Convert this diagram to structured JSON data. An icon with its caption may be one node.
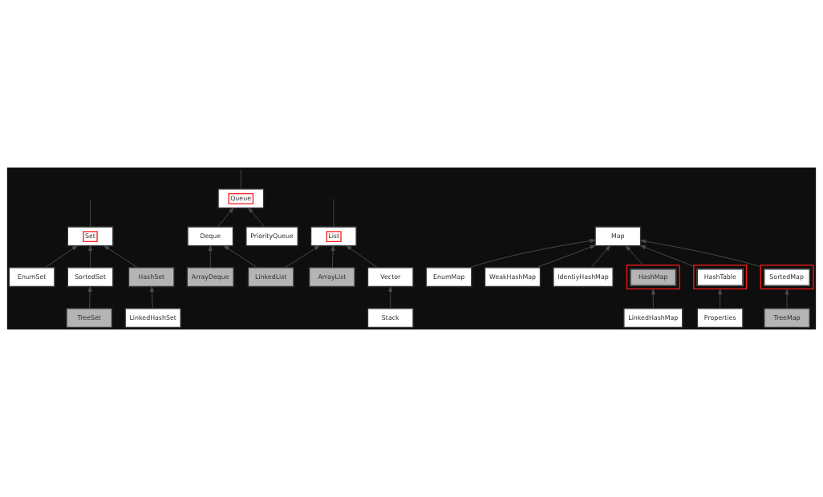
{
  "diagram": {
    "nodes": [
      {
        "text": [
          "Set"
        ]
      },
      {
        "text": [
          "Queue"
        ]
      },
      {
        "text": [
          "List"
        ]
      },
      {
        "text": [
          "EnumSet"
        ]
      },
      {
        "text": [
          "SortedSet"
        ]
      },
      {
        "text": [
          "HashSet"
        ]
      },
      {
        "text": [
          "Deque"
        ]
      },
      {
        "text": [
          "PriorityQueue"
        ]
      },
      {
        "text": [
          "ArrayList"
        ]
      },
      {
        "text": [
          "Vector"
        ]
      },
      {
        "text": [
          "TreeSet"
        ]
      },
      {
        "text": [
          "LinkedHashSet"
        ]
      },
      {
        "text": [
          "ArrayDeque"
        ]
      },
      {
        "text": [
          "LinkedList"
        ]
      },
      {
        "text": [
          "Stack"
        ]
      },
      {
        "text": [
          "Map"
        ]
      },
      {
        "text": [
          "EnumMap"
        ]
      },
      {
        "text": [
          "WeakHashMap"
        ]
      },
      {
        "text": [
          "IdentiyHashMap"
        ]
      },
      {
        "text": [
          "HashMap"
        ]
      },
      {
        "text": [
          "HashTable"
        ]
      },
      {
        "text": [
          "SortedMap"
        ]
      },
      {
        "text": [
          "LinkedHashMap"
        ]
      },
      {
        "text": [
          "Properties"
        ]
      },
      {
        "text": [
          "TreeMap"
        ]
      }
    ],
    "edges": [
      {
        "from": 0,
        "to": null,
        "arrow": "none"
      },
      {
        "from": 1,
        "to": null,
        "arrow": "none"
      },
      {
        "from": 2,
        "to": null,
        "arrow": "none"
      },
      {
        "from": 3,
        "to": 0,
        "arrow": "to"
      },
      {
        "from": 4,
        "to": 0,
        "arrow": "to"
      },
      {
        "from": 5,
        "to": 0,
        "arrow": "to"
      },
      {
        "from": 10,
        "to": 4,
        "arrow": "to"
      },
      {
        "from": 11,
        "to": 5,
        "arrow": "to"
      },
      {
        "from": 6,
        "to": 1,
        "arrow": "to"
      },
      {
        "from": 7,
        "to": 1,
        "arrow": "to"
      },
      {
        "from": 12,
        "to": 6,
        "arrow": "to"
      },
      {
        "from": 13,
        "to": 6,
        "arrow": "to"
      },
      {
        "from": 13,
        "to": 2,
        "arrow": "to"
      },
      {
        "from": 8,
        "to": 2,
        "arrow": "to"
      },
      {
        "from": 9,
        "to": 2,
        "arrow": "to"
      },
      {
        "from": 14,
        "to": 9,
        "arrow": "to"
      },
      {
        "from": 16,
        "to": 15,
        "arrow": "to"
      },
      {
        "from": 18,
        "to": 15,
        "arrow": "to"
      },
      {
        "from": 19,
        "to": 15,
        "arrow": "to"
      },
      {
        "from": 20,
        "to": 15,
        "arrow": "to"
      },
      {
        "from": 21,
        "to": 15,
        "arrow": "to"
      },
      {
        "from": 17,
        "to": 15,
        "arrow": "to"
      },
      {
        "from": 22,
        "to": 19,
        "arrow": "to"
      },
      {
        "from": 23,
        "to": 20,
        "arrow": "to"
      },
      {
        "from": 24,
        "to": 21,
        "arrow": "to"
      }
    ]
  }
}
